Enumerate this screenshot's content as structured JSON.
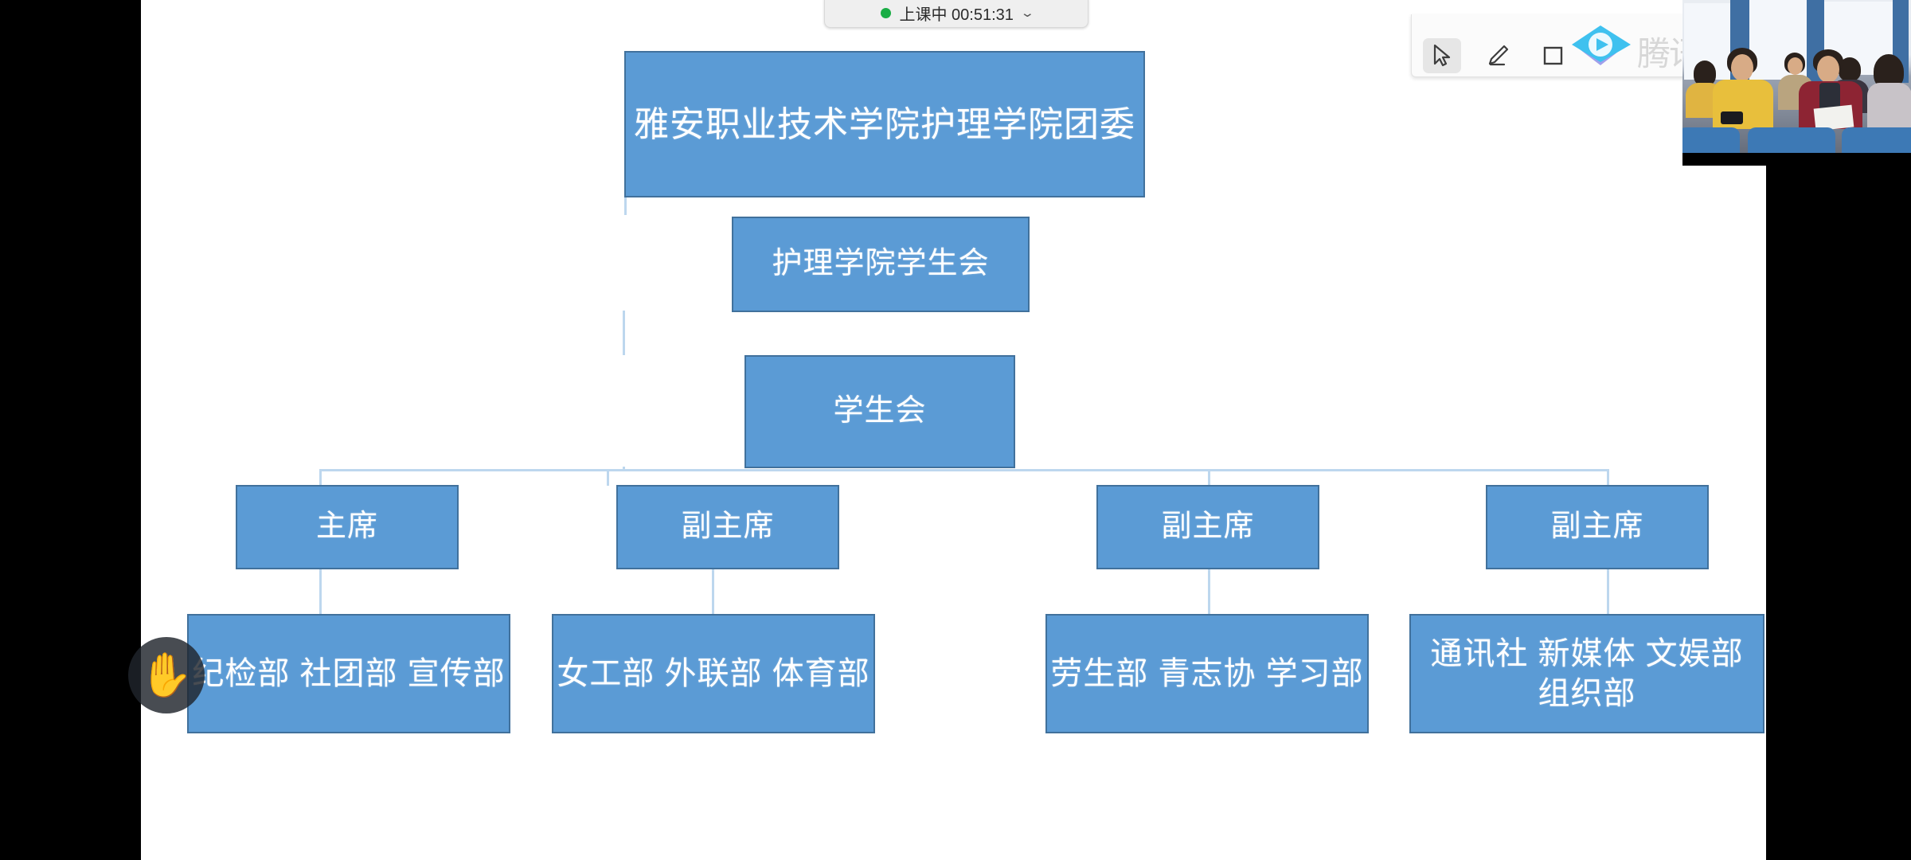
{
  "app": {
    "watermark_text": "腾讯课堂",
    "watermark_logo": "play-diamond-logo"
  },
  "status_bar": {
    "state_label": "上课中",
    "elapsed": "00:51:31",
    "status_text": "上课中 00:51:31",
    "chevron": "⌄",
    "dot_color": "#1aad45",
    "background": "#efefef"
  },
  "toolbar": {
    "tools": [
      {
        "name": "cursor",
        "label": "选择",
        "selected": true
      },
      {
        "name": "pen",
        "label": "画笔",
        "selected": false
      },
      {
        "name": "shape",
        "label": "形状",
        "selected": false
      }
    ]
  },
  "canvas_controls": {
    "pan_tool_label": "✋"
  },
  "pip": {
    "label": "classroom-camera"
  },
  "colors": {
    "node_fill": "#5b9bd5",
    "node_border": "#41719c",
    "connector": "#bdd7ee",
    "slide_background": "#ffffff",
    "letterbox": "#000000"
  },
  "chart_data": {
    "type": "diagram",
    "subtype": "organization-chart",
    "title": "雅安职业技术学院护理学院团委",
    "nodes": [
      {
        "id": "n1",
        "level": 0,
        "text": "雅安职业技术学院护理学院团委"
      },
      {
        "id": "n2",
        "level": 1,
        "text": "护理学院学生会"
      },
      {
        "id": "n3",
        "level": 2,
        "text": "学生会"
      },
      {
        "id": "n4",
        "level": 3,
        "text": "主席"
      },
      {
        "id": "n5",
        "level": 3,
        "text": "副主席"
      },
      {
        "id": "n6",
        "level": 3,
        "text": "副主席"
      },
      {
        "id": "n7",
        "level": 3,
        "text": "副主席"
      },
      {
        "id": "n8",
        "level": 4,
        "text": "纪检部 社团部 宣传部"
      },
      {
        "id": "n9",
        "level": 4,
        "text": "女工部 外联部 体育部"
      },
      {
        "id": "n10",
        "level": 4,
        "text": "劳生部 青志协 学习部"
      },
      {
        "id": "n11",
        "level": 4,
        "text": "通讯社 新媒体 文娱部\n组织部"
      }
    ],
    "edges": [
      {
        "from": "n1",
        "to": "n2"
      },
      {
        "from": "n2",
        "to": "n3"
      },
      {
        "from": "n3",
        "to": "n4"
      },
      {
        "from": "n3",
        "to": "n5"
      },
      {
        "from": "n3",
        "to": "n6"
      },
      {
        "from": "n3",
        "to": "n7"
      },
      {
        "from": "n4",
        "to": "n8"
      },
      {
        "from": "n5",
        "to": "n9"
      },
      {
        "from": "n6",
        "to": "n10"
      },
      {
        "from": "n7",
        "to": "n11"
      }
    ]
  }
}
